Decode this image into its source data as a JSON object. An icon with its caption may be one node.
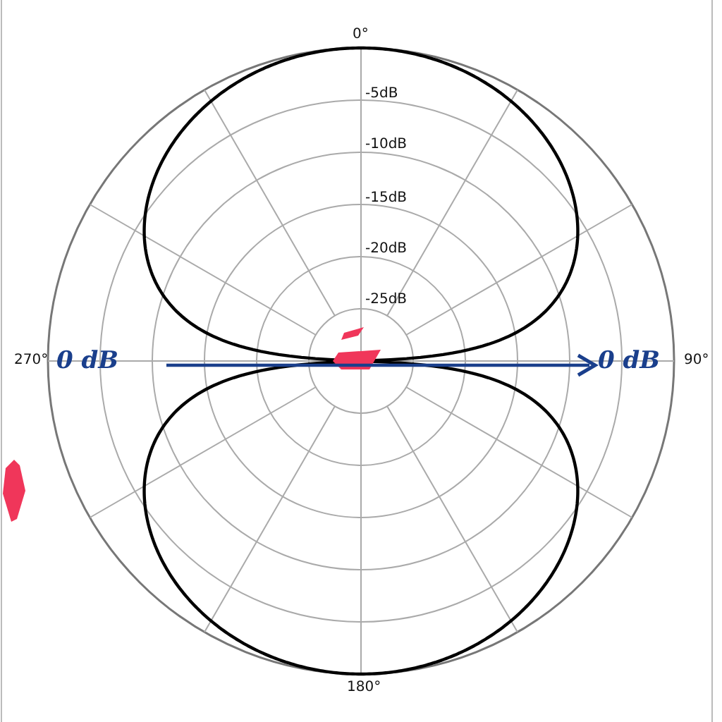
{
  "diagram": {
    "labels": [
      "0°",
      "-5dB",
      "-10dB",
      "-15dB",
      "-20dB",
      "-25dB",
      "270°",
      "0 dB",
      "0 dB",
      "90°",
      "180°"
    ]
  }
}
